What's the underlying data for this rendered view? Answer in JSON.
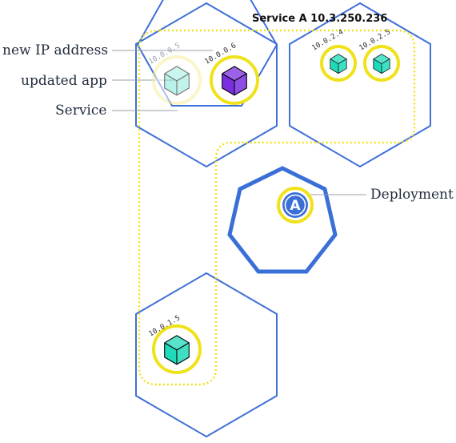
{
  "diagram": {
    "service_title": "Service A 10.3.250.236",
    "callouts": {
      "new_ip": "new IP address",
      "updated_app": "updated app",
      "service": "Service",
      "deployment": "Deployment"
    },
    "deployment_badge": "A",
    "pods": [
      {
        "ip": "10.0.0.5",
        "state": "faded",
        "color": "#7fe8d6"
      },
      {
        "ip": "10.0.0.6",
        "state": "updated",
        "color": "#7a2ee0"
      },
      {
        "ip": "10.0.2.4",
        "state": "running",
        "color": "#1fd9b8"
      },
      {
        "ip": "10.0.2.5",
        "state": "running",
        "color": "#1fd9b8"
      },
      {
        "ip": "10.0.1.5",
        "state": "running",
        "color": "#1fd9b8"
      }
    ],
    "colors": {
      "node_border": "#3f6fd8",
      "service_outline": "#efe01a",
      "pod_ring": "#f0e21a",
      "pod_cube": "#1fd9b8",
      "updated_cube": "#7a2ee0",
      "deployment_badge": "#3a6fd8"
    }
  }
}
